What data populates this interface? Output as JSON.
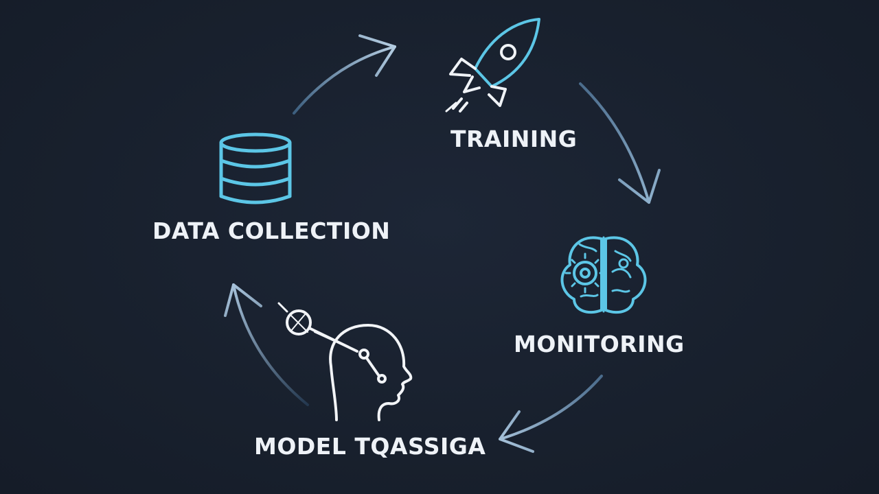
{
  "diagram": {
    "stages": [
      {
        "label": "TRAINING",
        "icon": "rocket-icon"
      },
      {
        "label": "MONITORING",
        "icon": "brain-gear-icon"
      },
      {
        "label": "MODEL TQASSIGA",
        "icon": "head-profile-icon"
      },
      {
        "label": "DATA COLLECTION",
        "icon": "database-icon"
      }
    ],
    "colors": {
      "background": "#18202d",
      "icon_stroke": "#5cc6e6",
      "head_stroke": "#f2f4f7",
      "text": "#eef2f7",
      "arrow_light": "#a9c4dc",
      "arrow_dark": "#3c5e7e"
    }
  }
}
